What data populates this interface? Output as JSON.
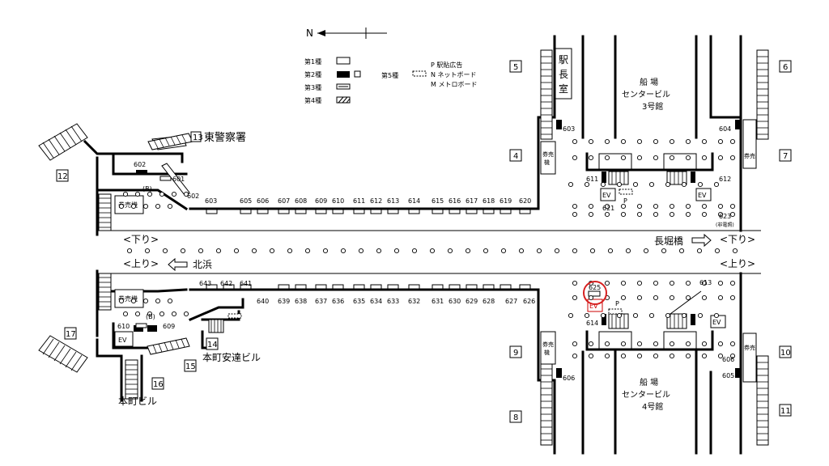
{
  "compass": {
    "north": "N"
  },
  "legend": {
    "type1": "第1種",
    "type2": "第2種",
    "type3": "第3種",
    "type4": "第4種",
    "type5": "第5種",
    "p": "P 駅貼広告",
    "n": "N ネットボード",
    "m": "M メトロボード"
  },
  "exits": [
    "4",
    "5",
    "6",
    "7",
    "8",
    "9",
    "10",
    "11",
    "12",
    "13",
    "14",
    "15",
    "16",
    "17"
  ],
  "labels": {
    "police": "東警察署",
    "office_1": "駅",
    "office_2": "長",
    "office_3": "室",
    "cb3_1": "船 場",
    "cb3_2": "センタービル",
    "cb3_3": "3号館",
    "cb4_1": "船 場",
    "cb4_2": "センタービル",
    "cb4_3": "4号館",
    "adachi": "本町安達ビル",
    "honmachi": "本町ビル",
    "ticket": "券売機",
    "ticket_v": "券売機",
    "ticket_short": "券売",
    "ev": "EV",
    "p": "P",
    "b": "(B)",
    "nonpower": "(非電照)",
    "down": "<下り>",
    "up": "<上り>",
    "nagahori": "長堀橋",
    "kitahama": "北浜"
  },
  "ad_numbers_top": [
    "602",
    "601",
    "602",
    "603",
    "605",
    "606",
    "607",
    "608",
    "609",
    "610",
    "611",
    "612",
    "613",
    "614",
    "615",
    "616",
    "617",
    "618",
    "619",
    "620",
    "603",
    "604",
    "611",
    "612",
    "621",
    "623"
  ],
  "ad_numbers_bottom": [
    "643",
    "642",
    "641",
    "640",
    "639",
    "638",
    "637",
    "636",
    "635",
    "634",
    "633",
    "632",
    "631",
    "630",
    "629",
    "628",
    "627",
    "626",
    "625",
    "613",
    "614",
    "610",
    "609",
    "606",
    "606",
    "605"
  ]
}
